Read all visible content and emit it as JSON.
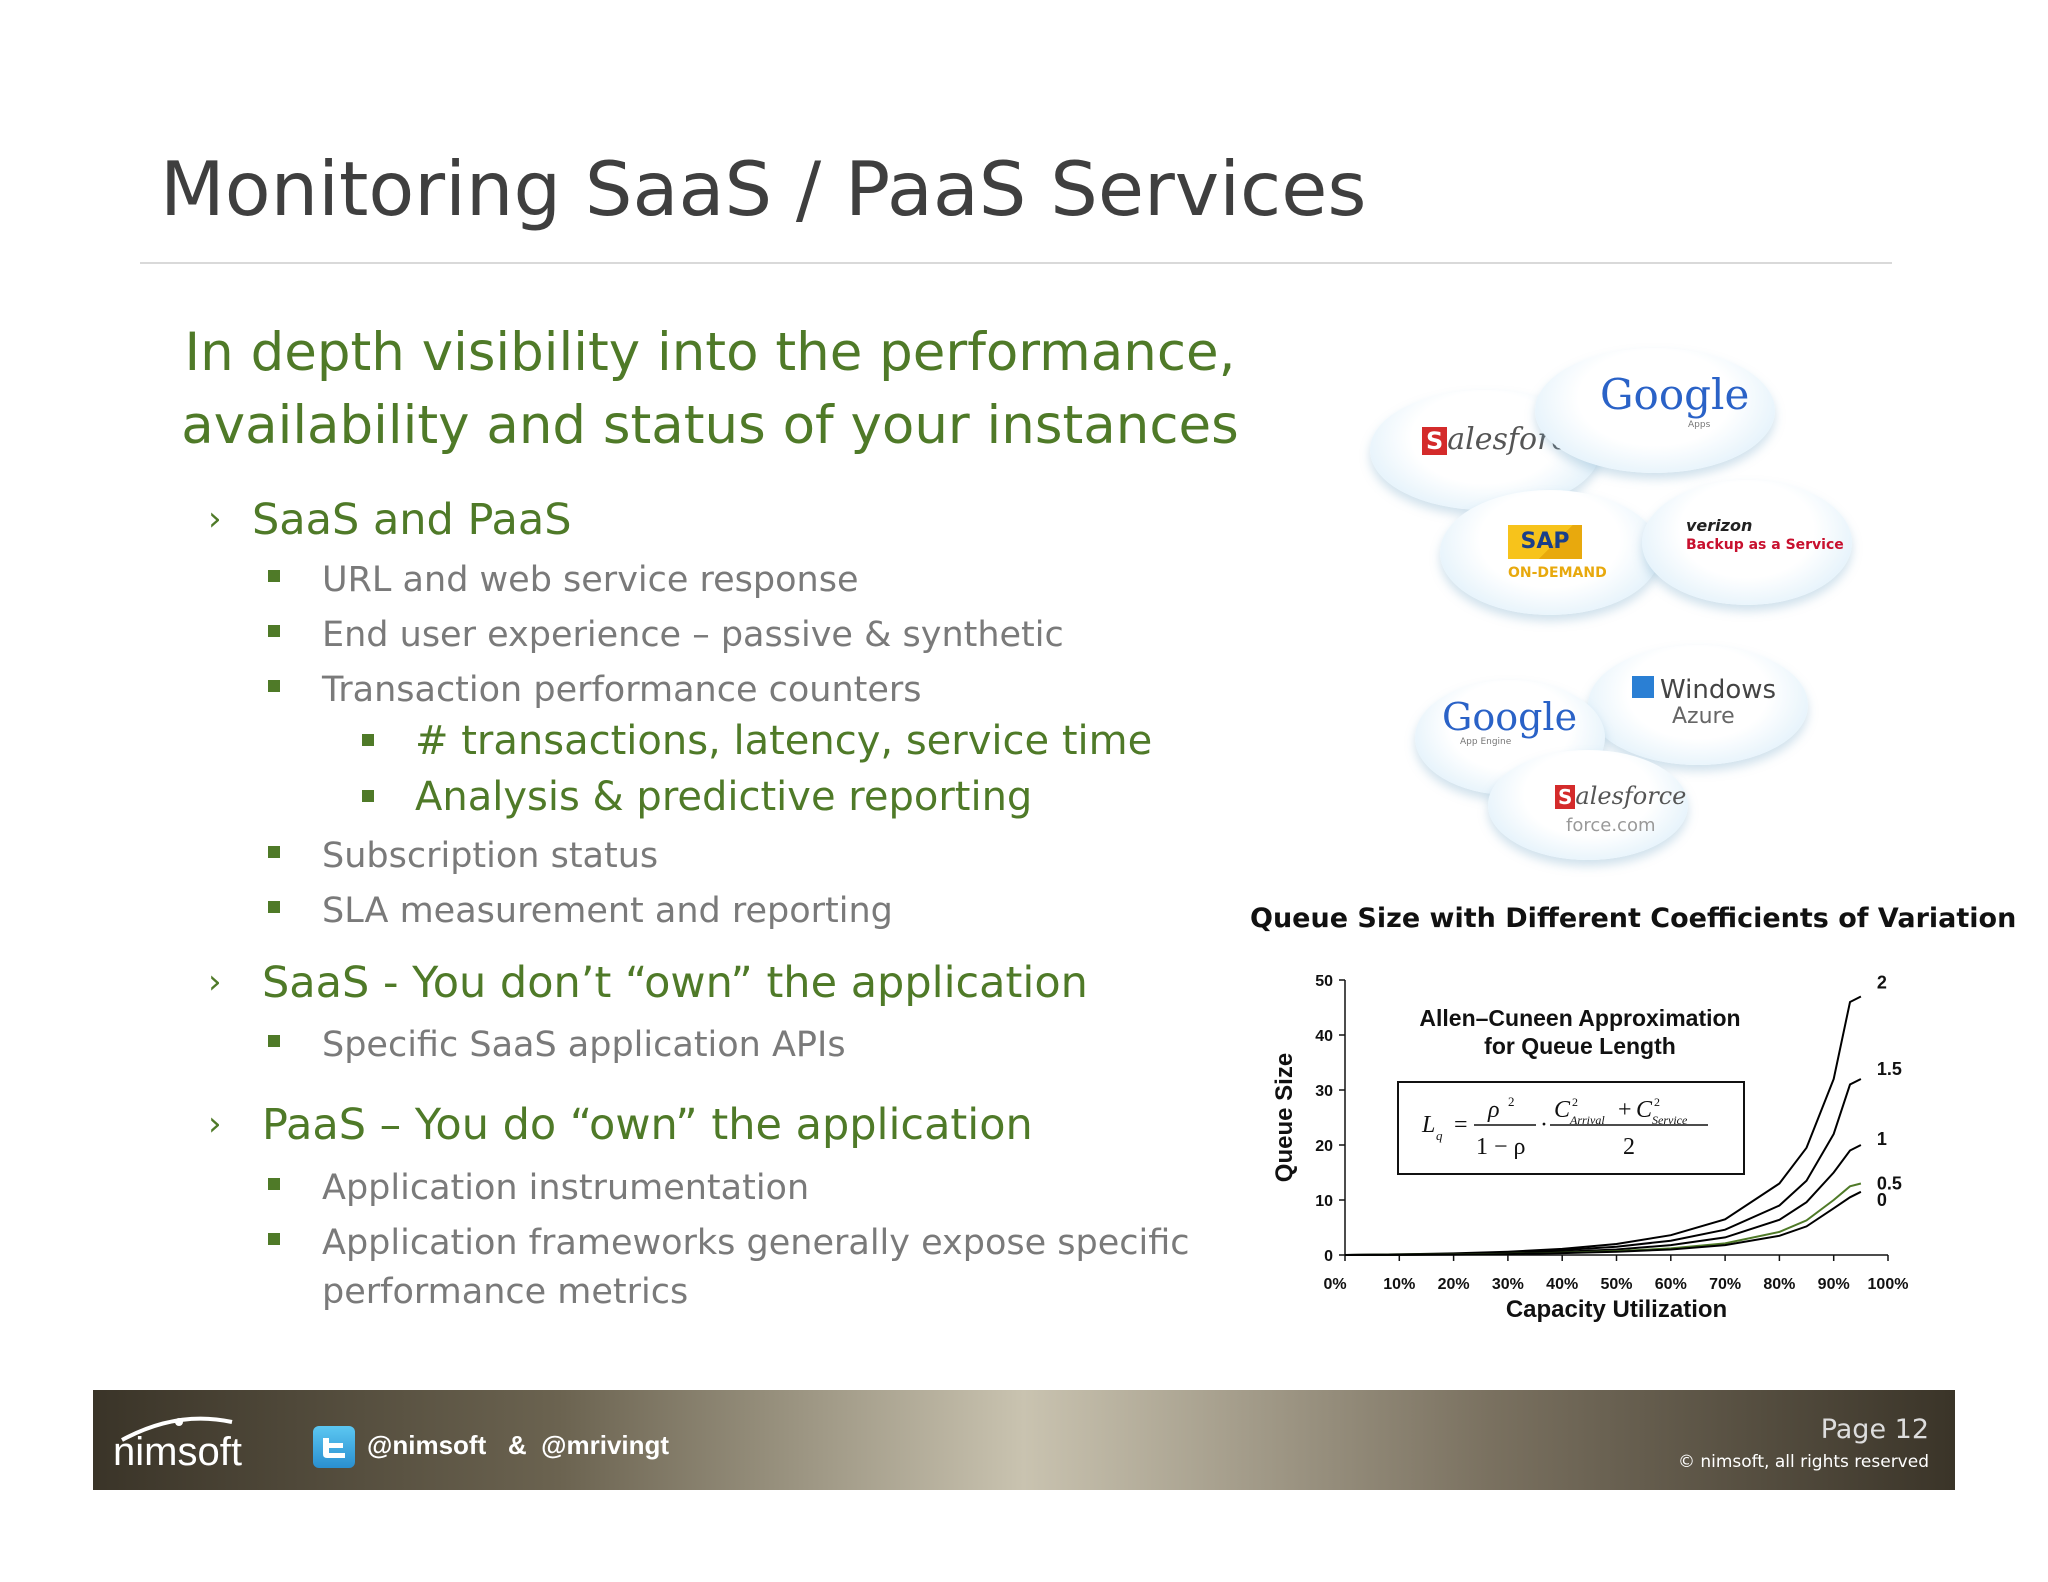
{
  "slide": {
    "title": "Monitoring SaaS / PaaS Services",
    "subtitle_line1": "In depth visibility into the performance,",
    "subtitle_line2": "availability and status of your instances",
    "arrow_mark": "›",
    "sections": [
      {
        "label": "SaaS and PaaS",
        "bullets": [
          "URL and web service response",
          "End user experience – passive & synthetic",
          "Transaction performance counters"
        ],
        "sub_bullets": [
          "# transactions, latency, service time",
          "Analysis & predictive reporting"
        ],
        "after_bullets": [
          "Subscription status",
          "SLA measurement and reporting"
        ]
      },
      {
        "label": "SaaS - You don’t “own” the application",
        "bullets": [
          "Specific SaaS application APIs"
        ]
      },
      {
        "label": "PaaS –  You do “own” the application",
        "bullets": [
          "Application instrumentation",
          "Application frameworks generally expose specific",
          "performance metrics"
        ]
      }
    ]
  },
  "clouds": {
    "salesforce": "alesforce",
    "salesforce_s": "S",
    "google_apps": "Google",
    "google_apps_sub": "Apps",
    "sap": "SAP",
    "sap_sub": "ON-DEMAND",
    "verizon": "verizon",
    "verizon_sub": "Backup as a Service",
    "windows": "Windows",
    "azure": "Azure",
    "google_app_engine": "Google",
    "google_app_engine_sub": "App Engine",
    "force_s": "S",
    "force": "alesforce",
    "force_sub": "force.com"
  },
  "chart_data": {
    "type": "line",
    "title": "Queue Size with Different Coefficients of Variation",
    "inset_title_line1": "Allen–Cuneen Approximation",
    "inset_title_line2": "for Queue Length",
    "xlabel": "Capacity Utilization",
    "ylabel": "Queue Size",
    "xlim": [
      0,
      100
    ],
    "ylim": [
      0,
      50
    ],
    "x_ticks": [
      "0%",
      "10%",
      "20%",
      "30%",
      "40%",
      "50%",
      "60%",
      "70%",
      "80%",
      "90%",
      "100%"
    ],
    "y_ticks": [
      "0",
      "10",
      "20",
      "30",
      "40",
      "50"
    ],
    "x": [
      10,
      20,
      30,
      40,
      50,
      60,
      70,
      80,
      85,
      90,
      93,
      95
    ],
    "series": [
      {
        "name": "2",
        "values": [
          0.1,
          0.3,
          0.6,
          1.1,
          2.0,
          3.6,
          6.5,
          13.0,
          19.5,
          32.0,
          46.0,
          47.0
        ],
        "color": "#000000"
      },
      {
        "name": "1.5",
        "values": [
          0.1,
          0.2,
          0.5,
          0.9,
          1.5,
          2.6,
          4.6,
          9.0,
          13.5,
          22.0,
          31.0,
          32.0
        ],
        "color": "#000000"
      },
      {
        "name": "1",
        "values": [
          0.05,
          0.15,
          0.3,
          0.6,
          1.0,
          1.8,
          3.2,
          6.4,
          9.6,
          15.0,
          19.0,
          20.0
        ],
        "color": "#000000"
      },
      {
        "name": "0.5",
        "values": [
          0.03,
          0.1,
          0.2,
          0.4,
          0.7,
          1.2,
          2.1,
          4.2,
          6.3,
          10.0,
          12.5,
          13.0
        ],
        "color": "#4f7a28"
      },
      {
        "name": "0",
        "values": [
          0.02,
          0.08,
          0.17,
          0.35,
          0.6,
          1.0,
          1.8,
          3.5,
          5.2,
          8.5,
          10.5,
          11.5
        ],
        "color": "#000000"
      }
    ],
    "formula": {
      "lhs": "L",
      "lhs_sub": "q",
      "eq": "=",
      "num1": "ρ",
      "num1_sup": "2",
      "den1": "1 − ρ",
      "dot": "·",
      "c1": "C",
      "c1_sup": "2",
      "c1_sub": "Arrival",
      "plus": "+",
      "c2": "C",
      "c2_sup": "2",
      "c2_sub": "Service",
      "den2": "2"
    }
  },
  "footer": {
    "logo": "nimsoft",
    "twitter": "@nimsoft   &  @mrivingt",
    "page": "Page 12",
    "copyright": "© nimsoft, all rights reserved"
  }
}
